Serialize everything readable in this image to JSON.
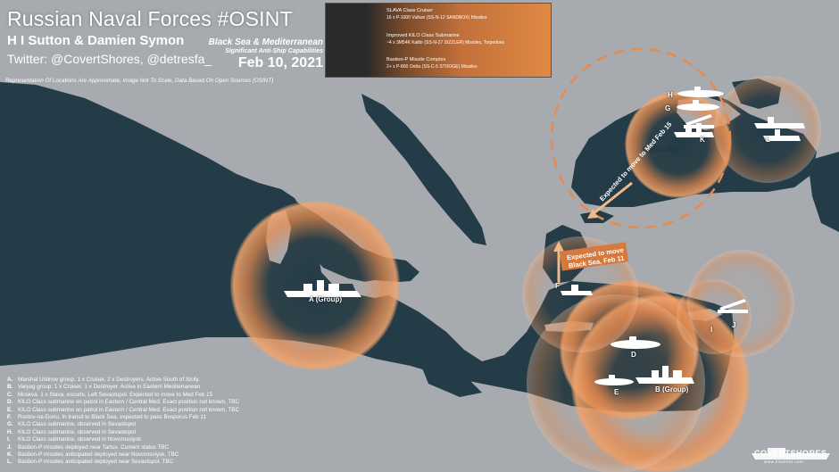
{
  "header": {
    "title": "Russian Naval Forces #OSINT",
    "authors": "H I Sutton & Damien Symon",
    "twitter": "Twitter: @CovertShores, @detresfa_",
    "region": "Black Sea & Mediterranean",
    "subtitle": "Significant Anti-Ship Capabilities",
    "date": "Feb 10, 2021",
    "disclaimer": "Representation Of Locations Are Approximate, Image Not To Scale, Data Based On Open Sources (OSINT)"
  },
  "legend": [
    {
      "icon": "cruiser-icon",
      "name": "SLAVA Class Cruiser",
      "desc": "16 x P-1000 Vulkan (SS-N-12 SANDBOX) Missiles"
    },
    {
      "icon": "submarine-icon",
      "name": "Improved KILO Class Submarine",
      "desc": "~4 x 3M54K Kalibr (SS-N-27 SIZZLER) Missiles, Torpedoes"
    },
    {
      "icon": "missile-launcher-icon",
      "name": "Bastion-P Missile Complex",
      "desc": "2+ x P-800 Oniks (SS-C-5 STOOGE) Missiles"
    }
  ],
  "notes": [
    {
      "key": "A.",
      "text": "Marshal Ustinov group. 1 x Cruiser, 2 x Destroyers. Active South of Sicily."
    },
    {
      "key": "B.",
      "text": "Varyag group. 1 x Cruiser, 1 x Destroyer. Active in Eastern Mediterranean"
    },
    {
      "key": "C.",
      "text": "Moskva. 1 x Slava, escorts. Left Sevastopol. Expected to  move to Med Feb 15"
    },
    {
      "key": "D.",
      "text": "KILO Class submarine on patrol in Eastern / Central Med. Exact position not known, TBC"
    },
    {
      "key": "E.",
      "text": "KILO Class submarine on patrol in Eastern / Central Med. Exact position not known, TBC"
    },
    {
      "key": "F.",
      "text": "Rostov-na-Donu. In transit to Black Sea, expected to pass Bosporus Feb 11"
    },
    {
      "key": "G.",
      "text": "KILO Class submarine, observed in Sevastopol"
    },
    {
      "key": "H.",
      "text": "KILO Class submarine, observed in Sevastopol"
    },
    {
      "key": "I.",
      "text": "KILO Class submarine, observed in Novorossiysk"
    },
    {
      "key": "J.",
      "text": "Bastion-P missiles deployed near Tartus. Current status TBC"
    },
    {
      "key": "K.",
      "text": "Bastion-P missiles anticipated deployed near Novorossiysk, TBC"
    },
    {
      "key": "L.",
      "text": "Bastion-P missiles anticipated deployed near Sevastopol, TBC"
    }
  ],
  "labels": {
    "A": "A (Group)",
    "B": "B (Group)",
    "C": "C (Group)",
    "D": "D",
    "E": "E",
    "F": "F",
    "G": "G",
    "H": "H",
    "I": "I",
    "J": "J",
    "K": "K",
    "L": "L"
  },
  "annotations": {
    "moskva_move": "Expected to move to Med Feb 15",
    "rostov_move": "Expected to move Black Sea, Feb 11"
  },
  "watermark": {
    "brand": "COVERTSHORES",
    "url": "www.hisutton.com"
  },
  "colors": {
    "land": "#a7aaae",
    "sea": "#233c48",
    "range_orange": "#e98a4c",
    "text": "#ffffff"
  }
}
